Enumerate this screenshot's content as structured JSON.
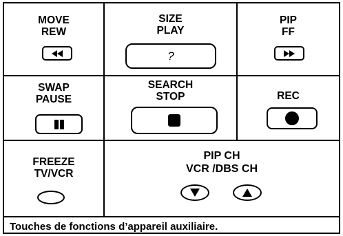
{
  "cells": {
    "move_rew": {
      "line1": "MOVE",
      "line2": "REW"
    },
    "size_play": {
      "line1": "SIZE",
      "line2": "PLAY",
      "button_text": "?"
    },
    "pip_ff": {
      "line1": "PIP",
      "line2": "FF"
    },
    "swap_pause": {
      "line1": "SWAP",
      "line2": "PAUSE"
    },
    "search_stop": {
      "line1": "SEARCH",
      "line2": "STOP"
    },
    "rec": {
      "line1": "REC"
    },
    "freeze": {
      "line1": "FREEZE",
      "line2": "TV/VCR"
    },
    "pip_ch": {
      "line1": "PIP CH",
      "line2": "VCR /DBS CH"
    }
  },
  "caption": "Touches de fonctions d’appareil auxiliaire.",
  "icons": {
    "rew": "rewind-icon",
    "ff": "fast-forward-icon",
    "pause": "pause-icon",
    "stop": "stop-icon",
    "rec": "record-icon",
    "down": "triangle-down-icon",
    "up": "triangle-up-icon"
  }
}
